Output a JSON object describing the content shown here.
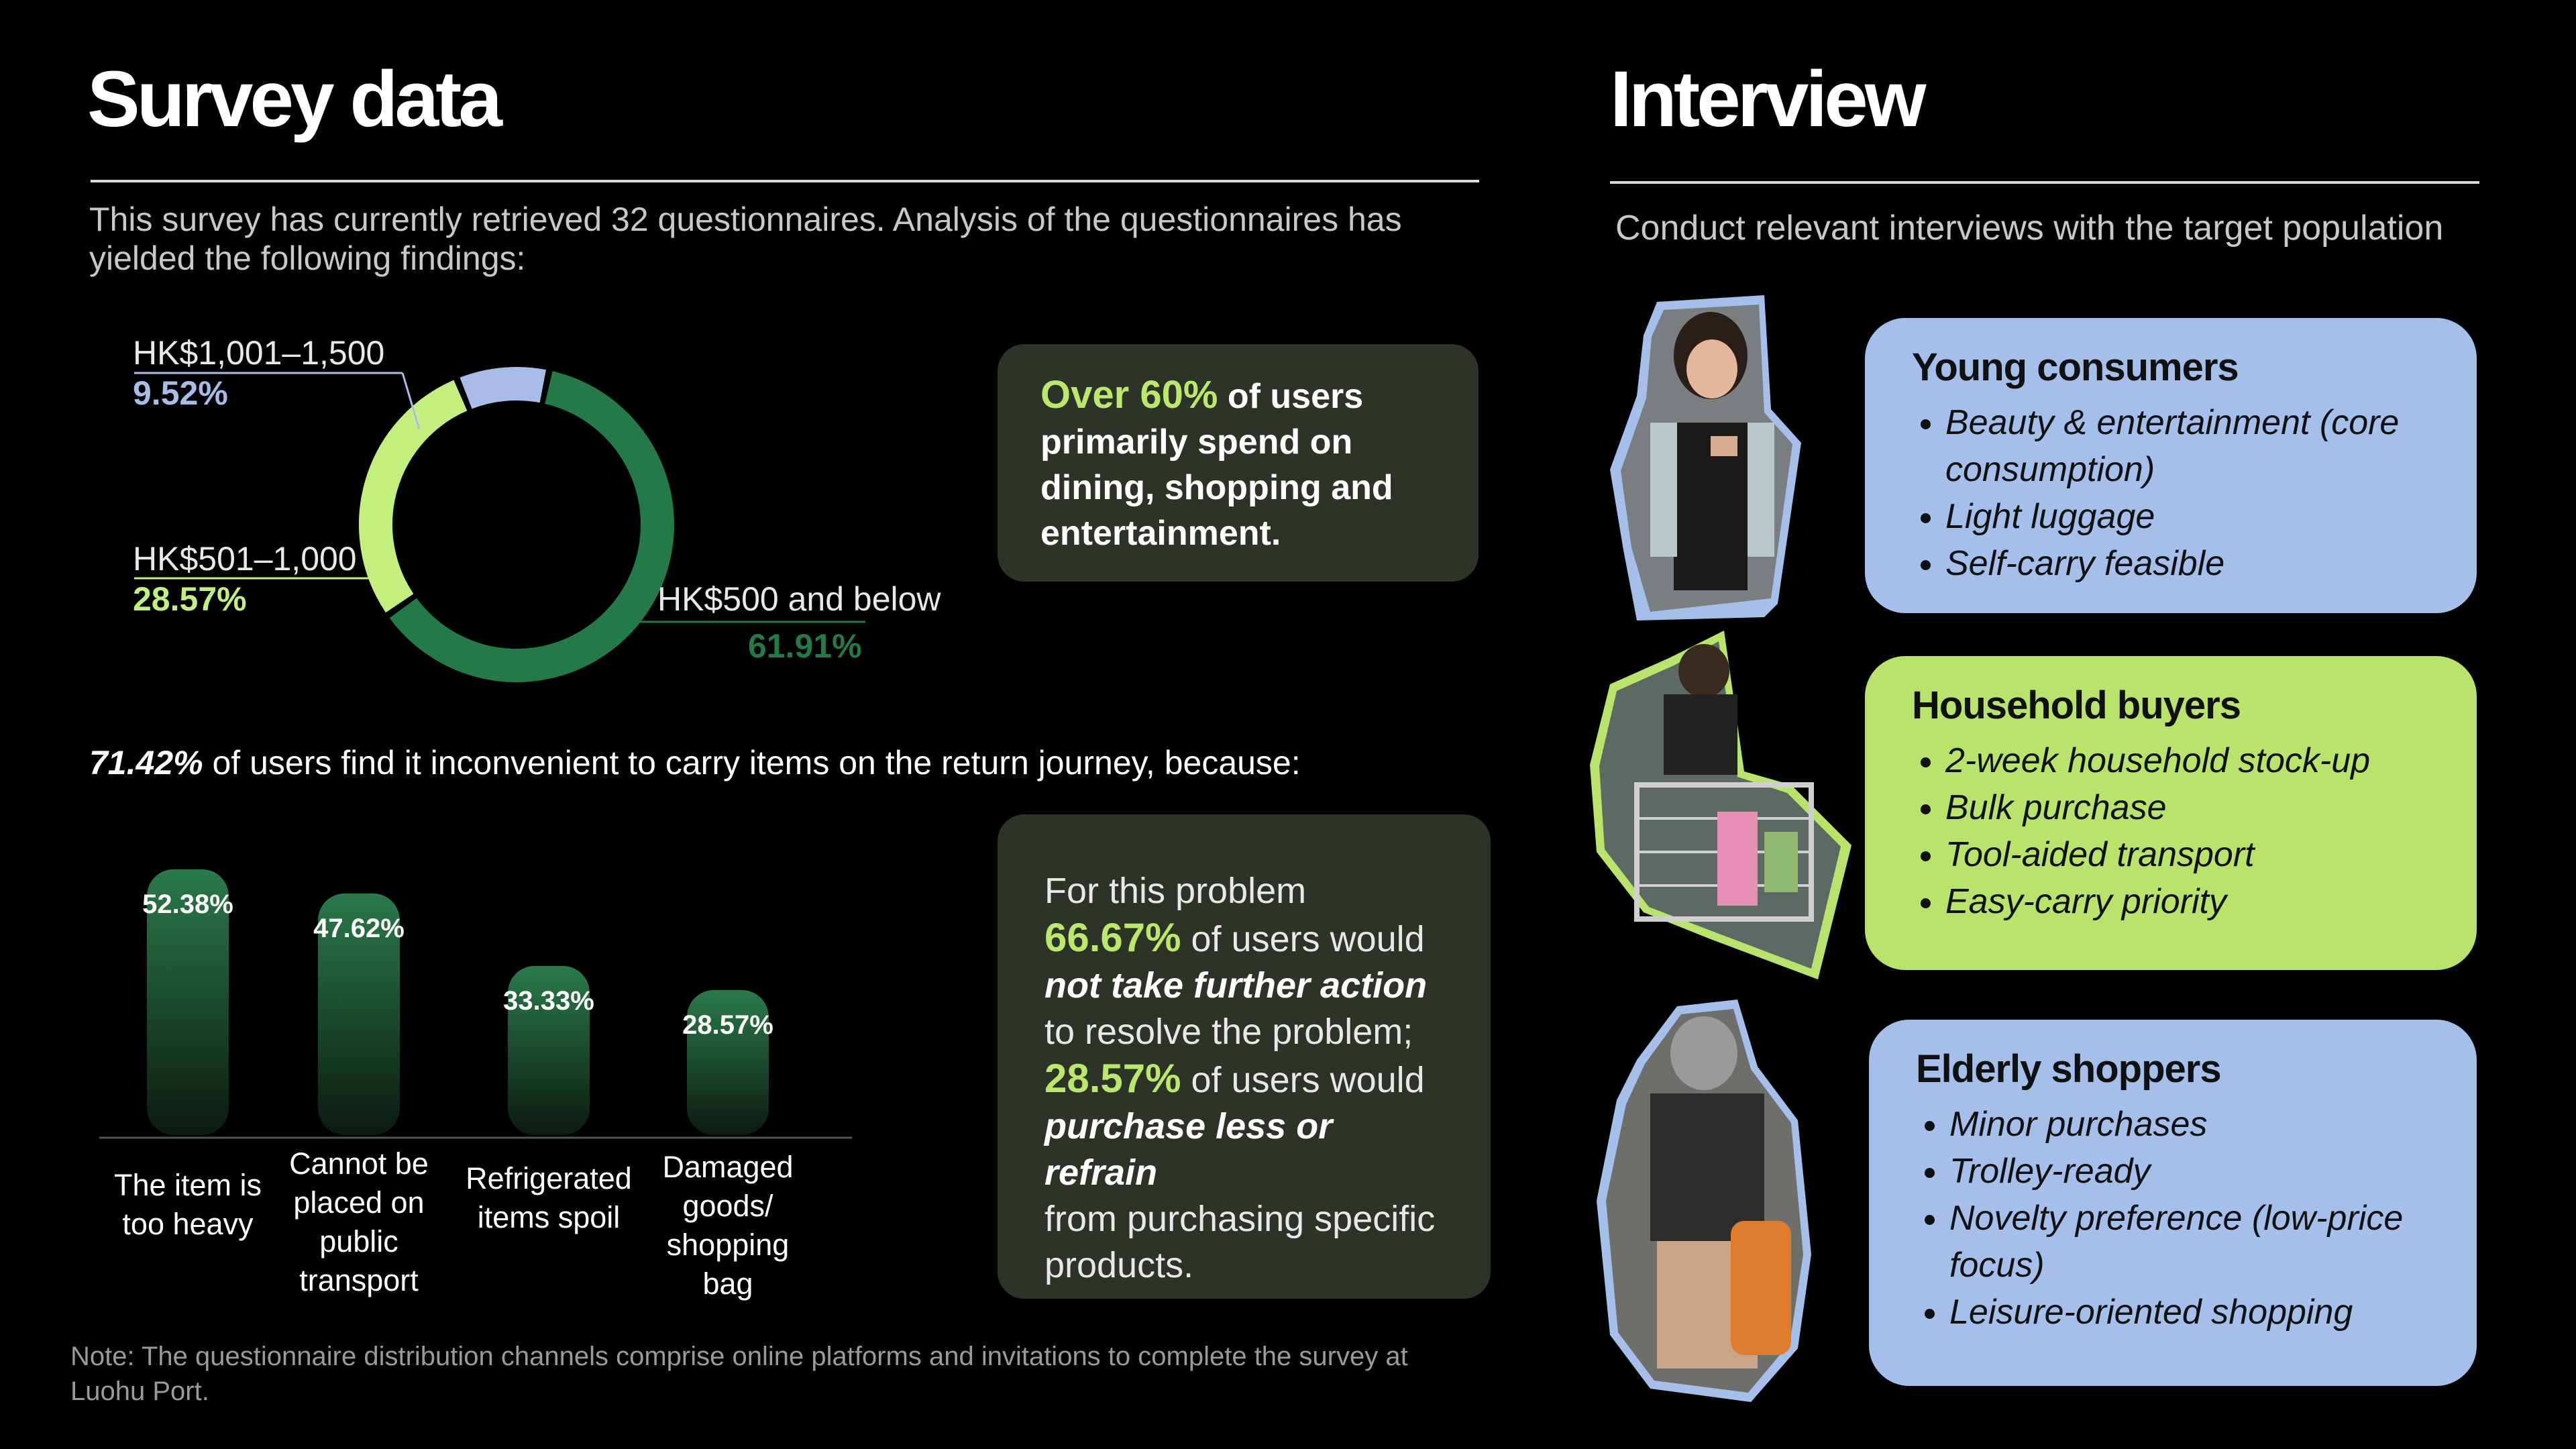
{
  "survey": {
    "title": "Survey data",
    "intro": "This survey has currently retrieved 32 questionnaires. Analysis of the questionnaires has yielded the following findings:",
    "highlight_card": {
      "highlight": "Over 60%",
      "text": " of users primarily spend on dining, shopping and entertainment."
    },
    "inconvenience": {
      "pct": "71.42%",
      "text": " of users find it inconvenient to carry items on the return journey, because:"
    },
    "problem_card": {
      "line1": "For this problem",
      "pct1": "66.67%",
      "text1": " of users would",
      "em1": "not take further action",
      "text1b": "to resolve the problem;",
      "pct2": "28.57%",
      "text2": " of users would",
      "em2": "purchase less or refrain",
      "text2b": "from purchasing specific products."
    },
    "note": "Note: The questionnaire distribution channels comprise online platforms and invitations to complete the survey at Luohu Port."
  },
  "chart_data": [
    {
      "type": "pie",
      "variant": "donut",
      "slices": [
        {
          "label": "HK$500 and below",
          "value": 61.91,
          "display": "61.91%",
          "color": "#237a47"
        },
        {
          "label": "HK$501–1,000",
          "value": 28.57,
          "display": "28.57%",
          "color": "#c2f07e"
        },
        {
          "label": "HK$1,001–1,500",
          "value": 9.52,
          "display": "9.52%",
          "color": "#a8bce8"
        }
      ]
    },
    {
      "type": "bar",
      "categories": [
        "The item is too heavy",
        "Cannot be placed on public transport",
        "Refrigerated items spoil",
        "Damaged goods/ shopping bag"
      ],
      "values": [
        52.38,
        47.62,
        33.33,
        28.57
      ],
      "labels": [
        "52.38%",
        "47.62%",
        "33.33%",
        "28.57%"
      ],
      "ylim": [
        0,
        55
      ],
      "color": "#2a7a4a"
    }
  ],
  "interview": {
    "title": "Interview",
    "subtitle": "Conduct relevant interviews with the target population",
    "personas": [
      {
        "title": "Young consumers",
        "color": "#a4bfea",
        "items": [
          "Beauty & entertainment (core consumption)",
          "Light luggage",
          "Self-carry feasible"
        ]
      },
      {
        "title": "Household buyers",
        "color": "#b8e46c",
        "items": [
          "2-week household stock-up",
          "Bulk purchase",
          "Tool-aided transport",
          "Easy-carry priority"
        ]
      },
      {
        "title": "Elderly shoppers",
        "color": "#a4bfea",
        "items": [
          "Minor purchases",
          "Trolley-ready",
          "Novelty preference (low-price focus)",
          "Leisure-oriented shopping"
        ]
      }
    ]
  }
}
